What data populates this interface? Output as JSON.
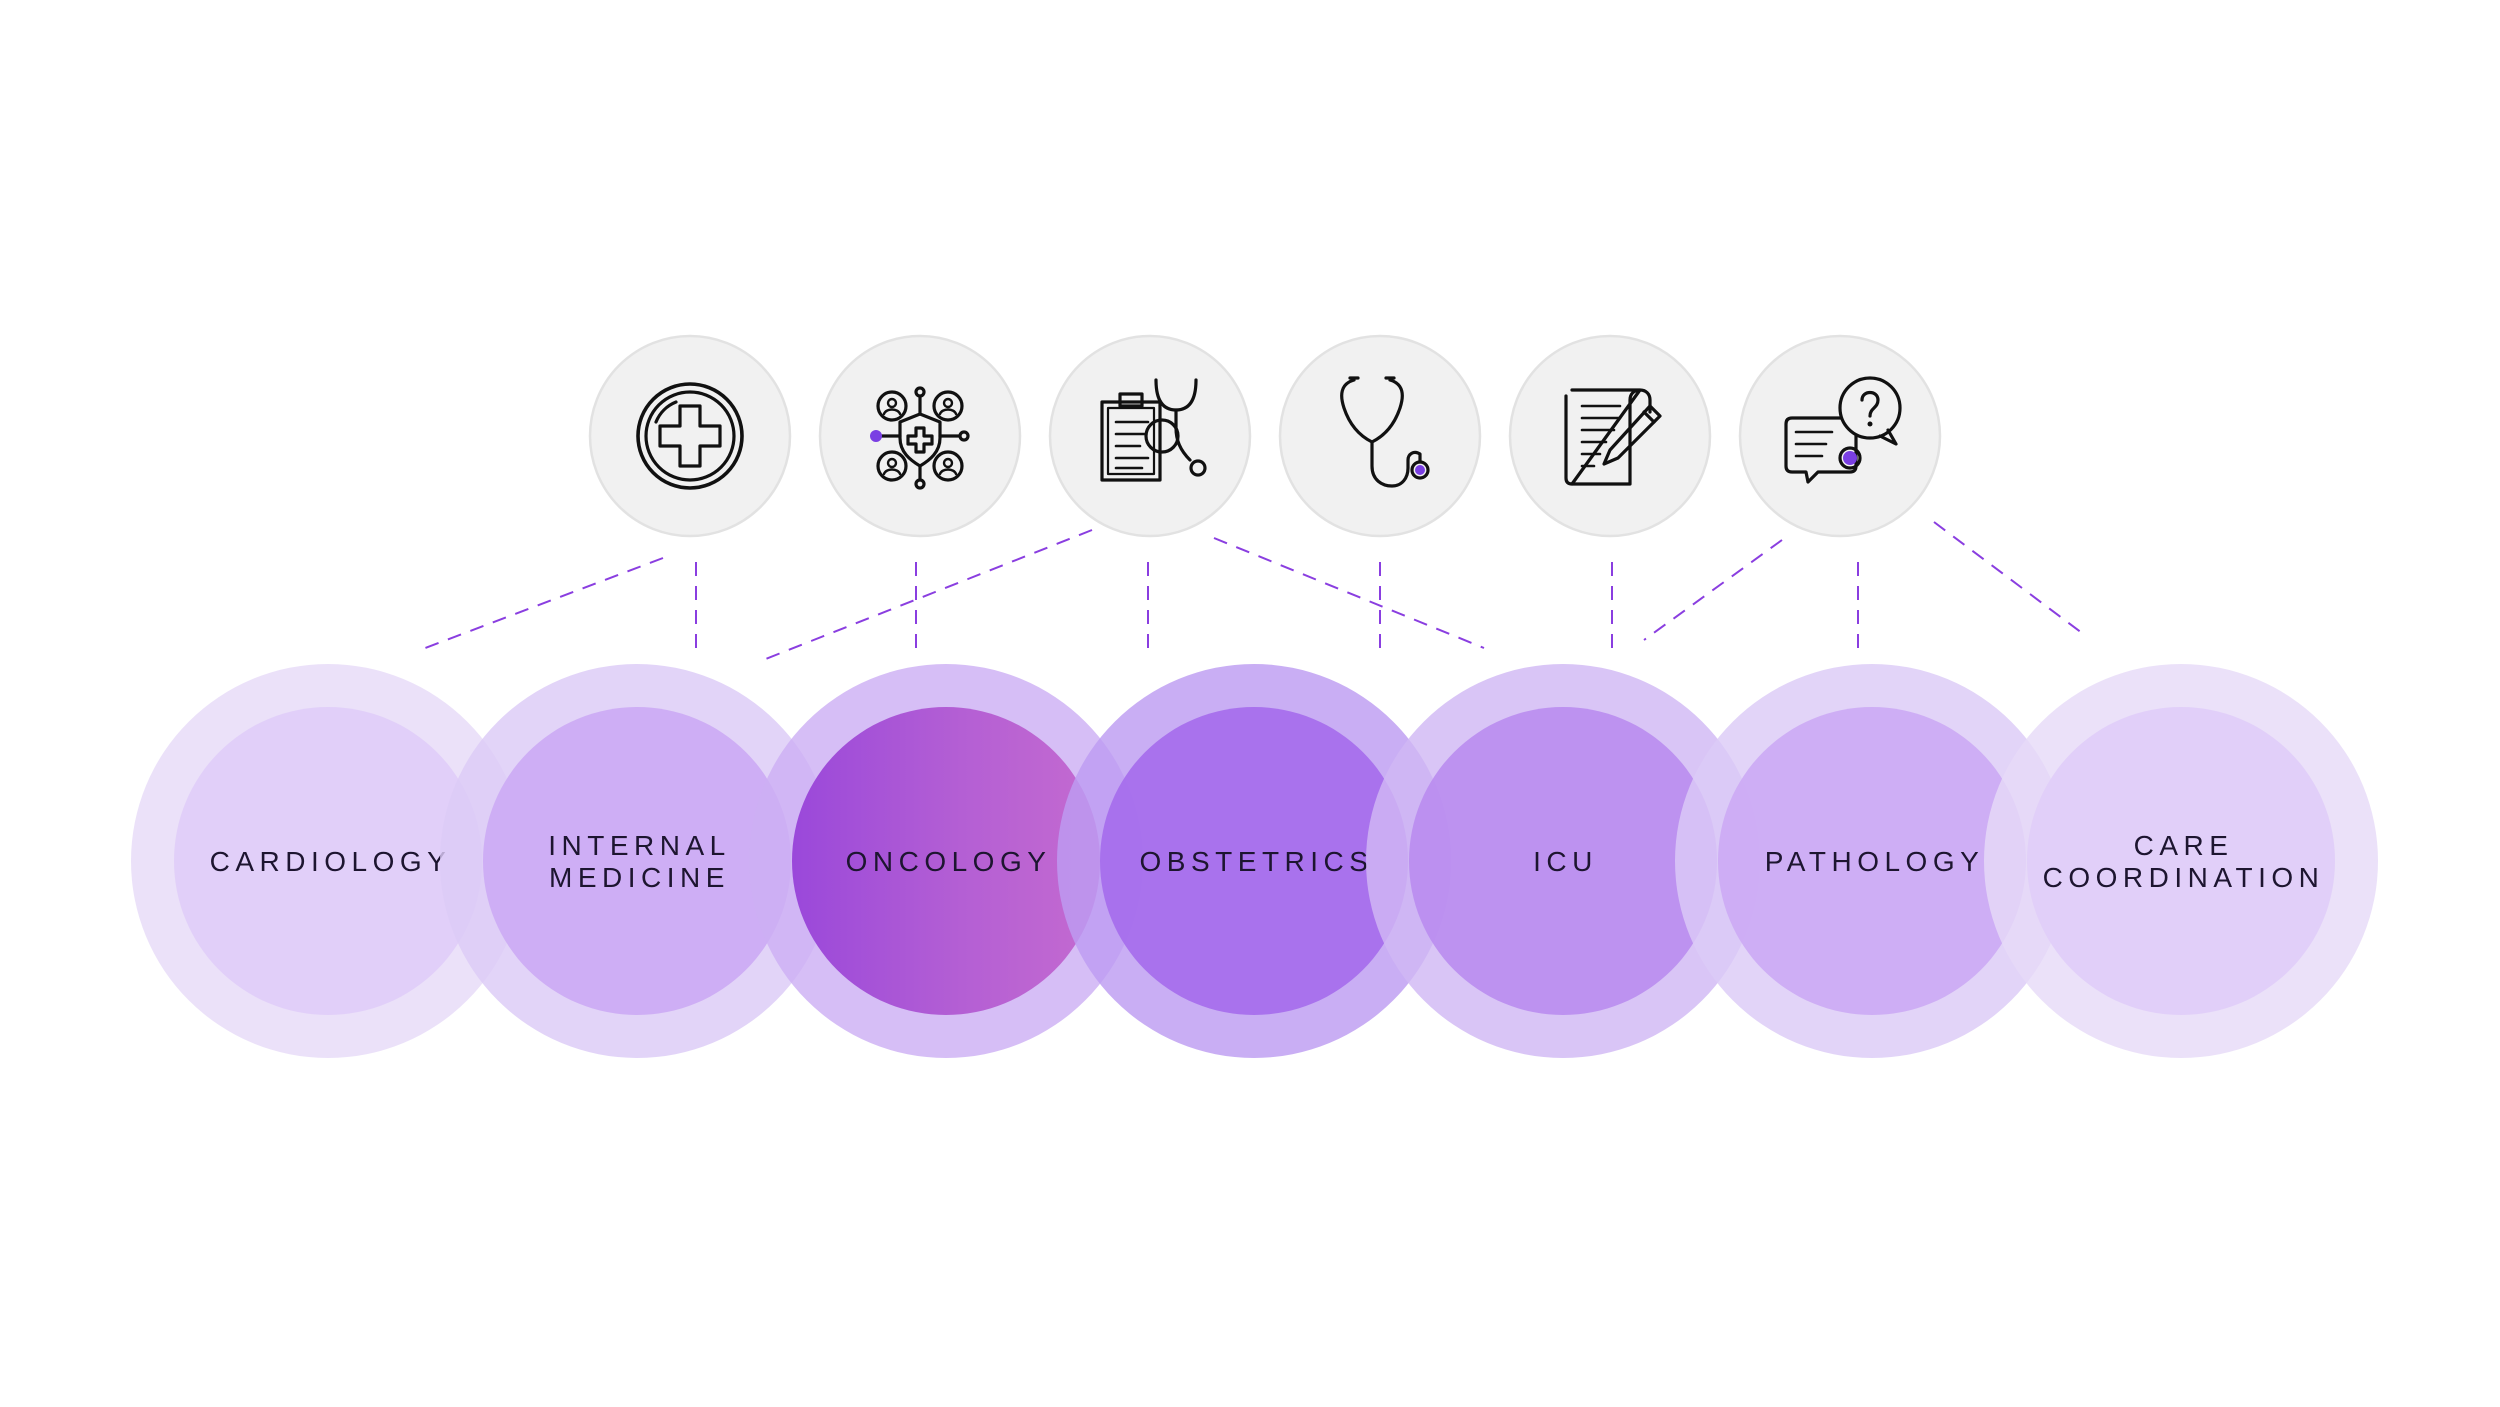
{
  "colors": {
    "connector": "#8a3ee0",
    "icon_bg": "#f1f1f1",
    "icon_border": "#e2e2e2",
    "icon_accent": "#7a3fe3",
    "label": "#1d1530"
  },
  "icons": [
    {
      "name": "medical-cross-icon"
    },
    {
      "name": "patient-network-shield-icon"
    },
    {
      "name": "clipboard-stethoscope-icon"
    },
    {
      "name": "stethoscope-icon"
    },
    {
      "name": "medical-notes-pen-icon"
    },
    {
      "name": "chat-question-icon"
    }
  ],
  "departments": [
    {
      "lines": [
        "CARDIOLOGY"
      ],
      "outer_color": "#e6dbf8",
      "inner_color": "#e0cdf8"
    },
    {
      "lines": [
        "INTERNAL",
        "MEDICINE"
      ],
      "outer_color": "#dccbf7",
      "inner_color": "#ccaaf4"
    },
    {
      "lines": [
        "ONCOLOGY"
      ],
      "outer_color": "#cdb0f4",
      "inner_color": "gradient"
    },
    {
      "lines": [
        "OBSTETRICS"
      ],
      "outer_color": "#bd9cf1",
      "inner_color": "#a56cec"
    },
    {
      "lines": [
        "ICU"
      ],
      "outer_color": "#d1b8f4",
      "inner_color": "#b98cf0"
    },
    {
      "lines": [
        "PATHOLOGY"
      ],
      "outer_color": "#dccbf7",
      "inner_color": "#ccaaf4"
    },
    {
      "lines": [
        "CARE",
        "COORDINATION"
      ],
      "outer_color": "#e6dbf8",
      "inner_color": "#e0cdf8"
    }
  ]
}
